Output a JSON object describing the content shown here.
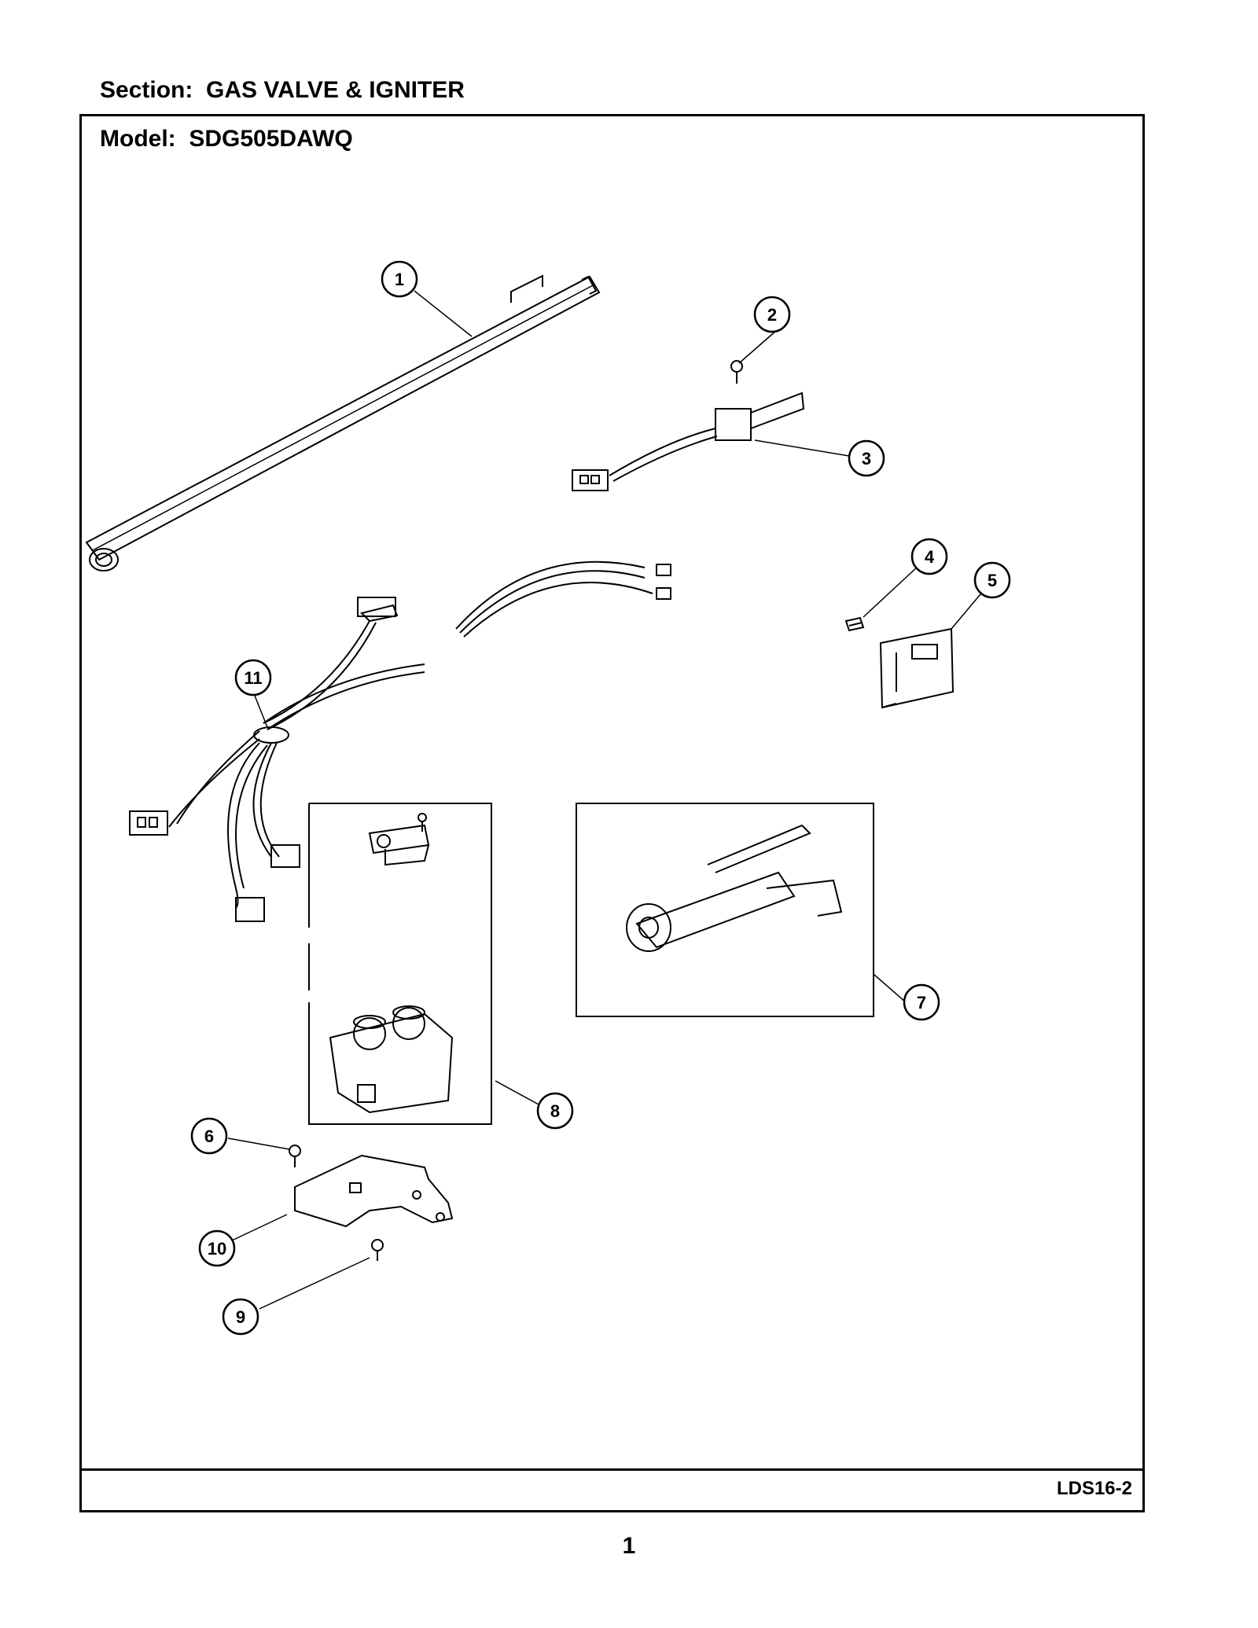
{
  "section": {
    "label": "Section:",
    "value": "GAS VALVE & IGNITER"
  },
  "model": {
    "label": "Model:",
    "value": "SDG505DAWQ"
  },
  "diagram_code": "LDS16-2",
  "page_number": "1",
  "callouts": [
    "1",
    "2",
    "3",
    "4",
    "5",
    "6",
    "7",
    "8",
    "9",
    "10",
    "11"
  ]
}
